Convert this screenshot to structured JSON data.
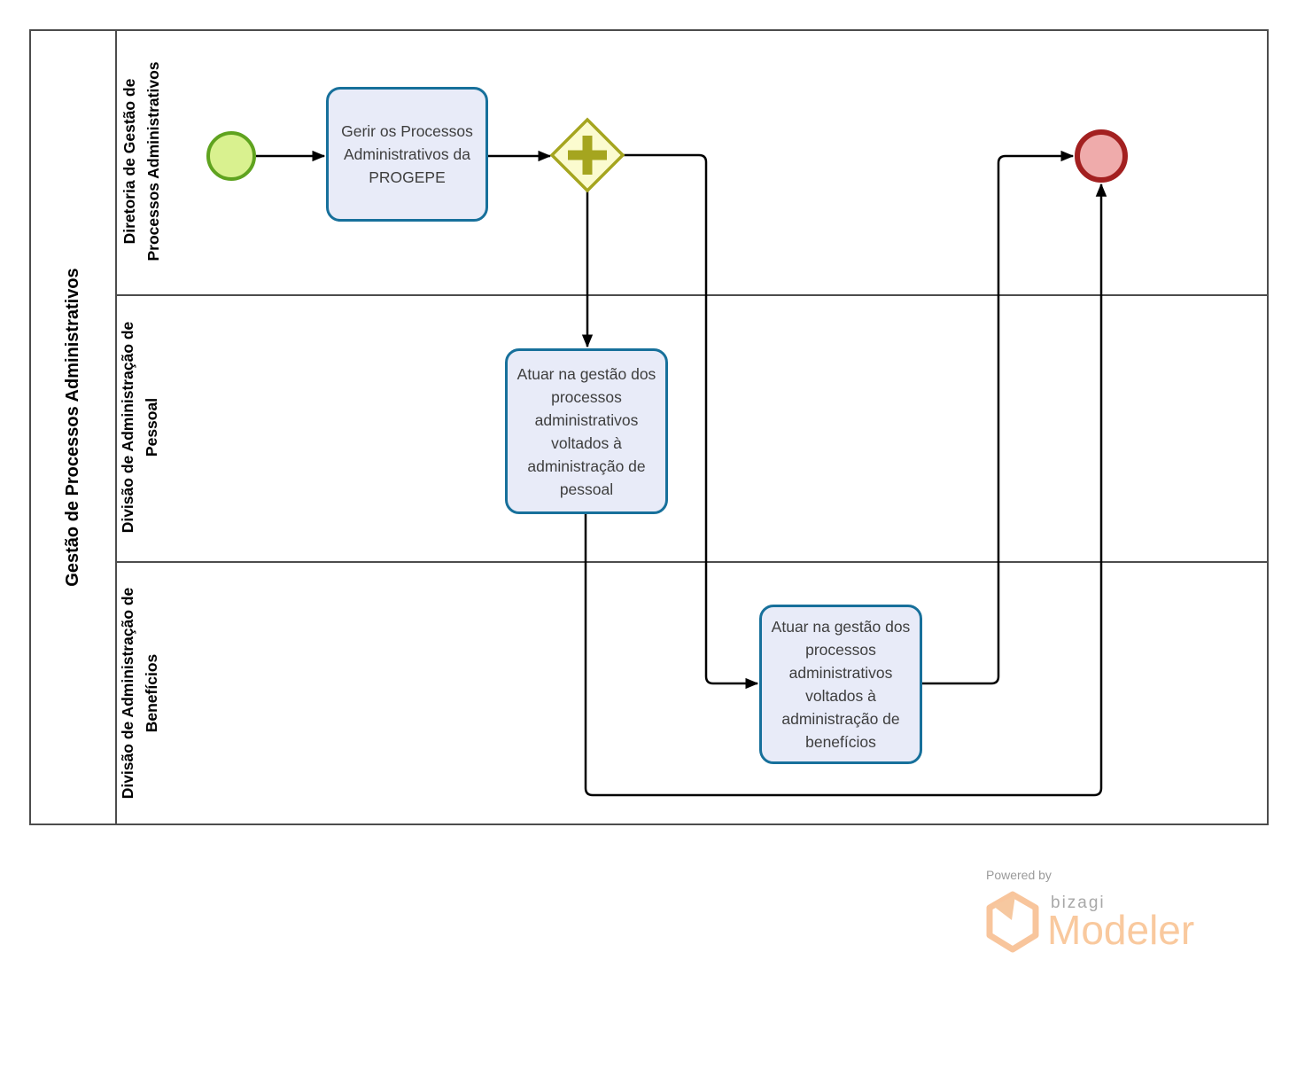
{
  "pool": {
    "title": "Gestão de Processos Administrativos"
  },
  "lanes": [
    {
      "label": "Diretoria de Gestão de Processos Administrativos"
    },
    {
      "label": "Divisão de Administração de Pessoal"
    },
    {
      "label": "Divisão de Administração de Benefícios"
    }
  ],
  "nodes": {
    "start_event": {
      "type": "start-event"
    },
    "task_gerir": {
      "label": "Gerir os Processos Administrativos da PROGEPE"
    },
    "parallel_gateway": {
      "type": "parallel-gateway"
    },
    "task_pessoal": {
      "label": "Atuar na gestão dos processos administrativos voltados à administração de pessoal"
    },
    "task_beneficios": {
      "label": "Atuar na gestão dos processos administrativos voltados à administração de benefícios"
    },
    "end_event": {
      "type": "end-event"
    }
  },
  "colors": {
    "task_border": "#17709b",
    "task_fill": "#e8ebf8",
    "start_border": "#5fa31f",
    "start_fill": "#d9f18f",
    "end_border": "#a32020",
    "end_fill": "#efabab",
    "gateway_border": "#a5a51f",
    "gateway_fill": "#fbfbcf",
    "flow_line": "#000000",
    "pool_border": "#4c4c4c",
    "brand_orange": "#f8c59c",
    "brand_gray": "#a8a8a8"
  },
  "footer": {
    "powered_by": "Powered by",
    "brand": "bizagi",
    "product": "Modeler"
  }
}
